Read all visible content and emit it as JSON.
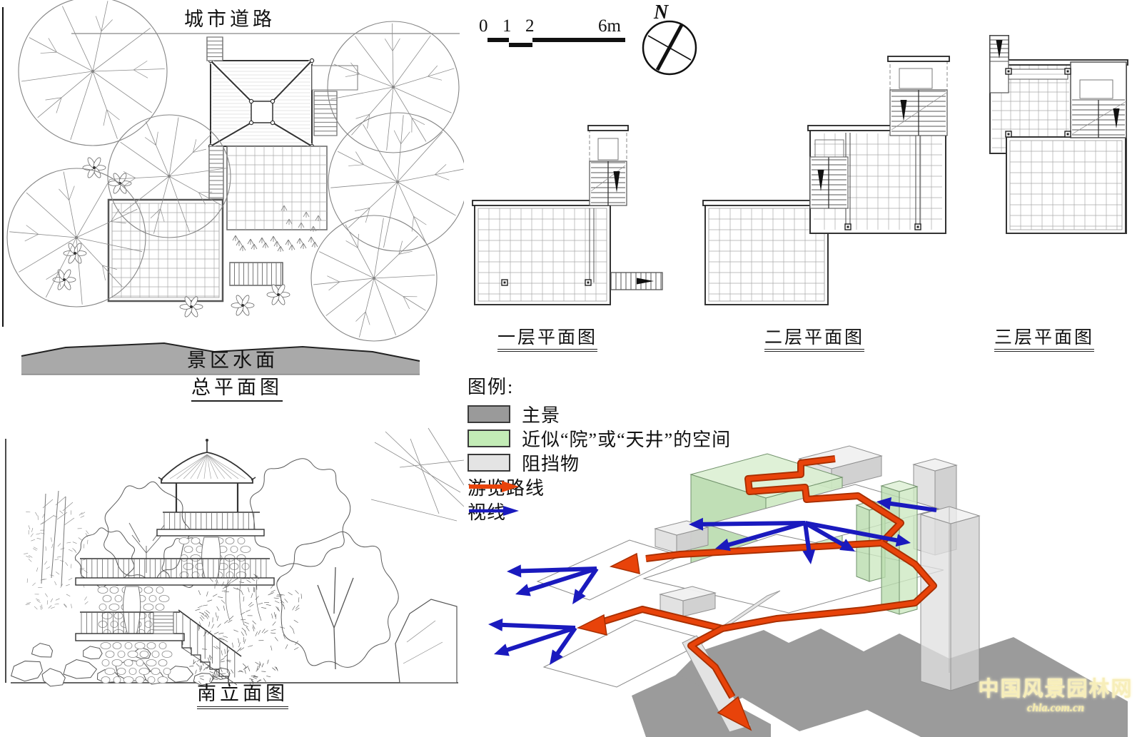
{
  "site_plan": {
    "road_label": "城市道路",
    "water_label": "景区水面",
    "title": "总平面图"
  },
  "elevation": {
    "title": "南立面图"
  },
  "plans": {
    "captions": [
      "一层平面图",
      "二层平面图",
      "三层平面图"
    ]
  },
  "scale_bar": {
    "ticks": [
      "0",
      "1",
      "2",
      "6m"
    ]
  },
  "compass": {
    "label": "N"
  },
  "legend": {
    "title": "图例:",
    "swatches": [
      {
        "label": "主景",
        "color": "#9a9a9a"
      },
      {
        "label": "近似“院”或“天井”的空间",
        "color": "#c3ecb6"
      },
      {
        "label": "阻挡物",
        "color": "#e4e4e4"
      }
    ],
    "arrows": [
      {
        "label": "游览路线",
        "color": "#e8430a"
      },
      {
        "label": "视线",
        "color": "#1a1abe"
      }
    ]
  },
  "watermark": {
    "line1": "中国风景园林网",
    "line2": "chla.com.cn"
  },
  "colors": {
    "route_red": "#e8430a",
    "sight_blue": "#1a1abe",
    "main_gray": "#9a9a9a",
    "courtyard_green": "#c3ecb6",
    "obstacle_gray": "#e4e4e4",
    "water_gray": "#a9a9a9",
    "shadow_gray": "#9b9b9b"
  }
}
